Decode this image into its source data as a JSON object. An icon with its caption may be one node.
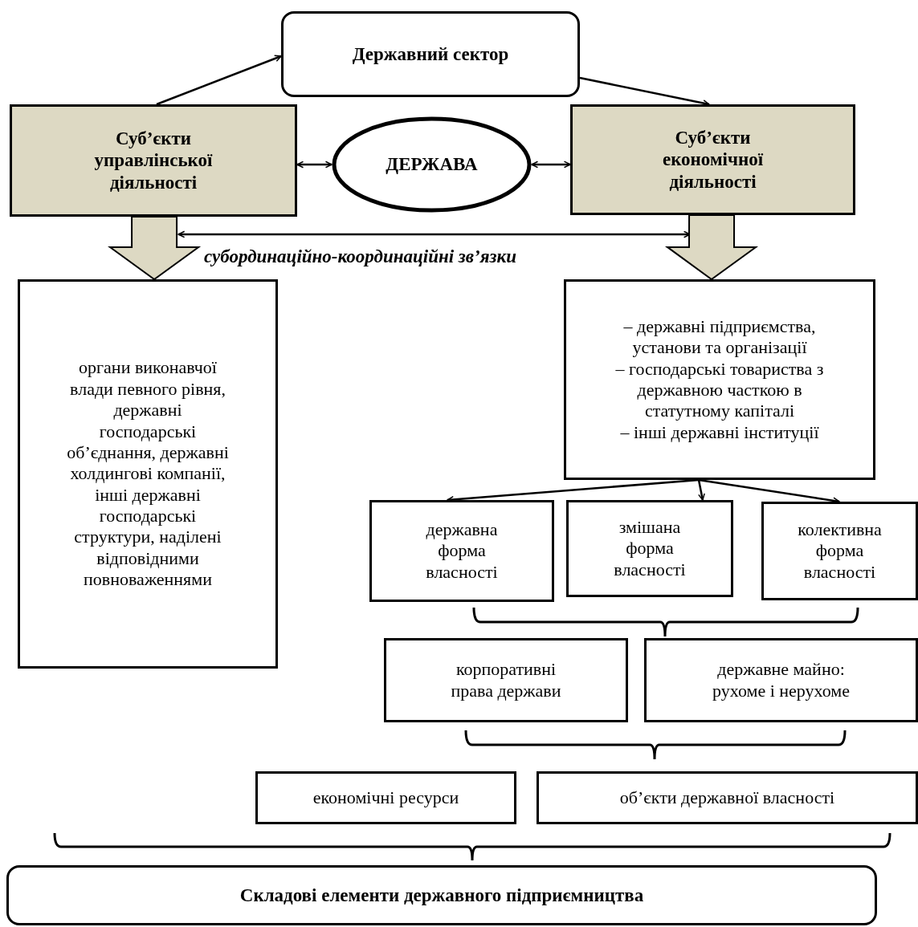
{
  "diagram": {
    "nodes": [
      {
        "text": [
          "Державний сектор"
        ]
      },
      {
        "text": [
          "Суб’єкти управлінської діяльності"
        ]
      },
      {
        "text": [
          "ДЕРЖАВА"
        ]
      },
      {
        "text": [
          "Суб’єкти економічної діяльності"
        ]
      },
      {
        "text": [
          "органи виконавчої влади певного рівня, державні господарські об’єднання, державні холдингові компанії, інші державні господарські структури, наділені відповідними повноваженнями"
        ]
      },
      {
        "text": [
          "– державні підприємства, установи та організації",
          "– господарські товариства з державною часткою в статутному капіталі",
          "– інші державні інституції"
        ]
      },
      {
        "text": [
          "державна форма власності"
        ]
      },
      {
        "text": [
          "змішана форма власності"
        ]
      },
      {
        "text": [
          "колективна форма власності"
        ]
      },
      {
        "text": [
          "корпоративні права держави"
        ]
      },
      {
        "text": [
          "державне майно: рухоме і нерухоме"
        ]
      },
      {
        "text": [
          "економічні ресурси"
        ]
      },
      {
        "text": [
          "об’єкти державної власності"
        ]
      },
      {
        "text": [
          "Складові елементи державного підприємництва"
        ]
      }
    ],
    "edges": [
      {
        "from": 1,
        "to": 0,
        "arrow": "to"
      },
      {
        "from": 0,
        "to": 3,
        "arrow": "to"
      },
      {
        "from": 1,
        "to": 2,
        "arrow": "both"
      },
      {
        "from": 2,
        "to": 3,
        "arrow": "both"
      },
      {
        "from": 1,
        "to": 3,
        "arrow": "both",
        "label": "субординаційно-координаційні зв’язки"
      },
      {
        "from": 1,
        "to": 4,
        "arrow": "to",
        "style": "thick",
        "color": "#ddd9c3"
      },
      {
        "from": 3,
        "to": 5,
        "arrow": "to",
        "style": "thick",
        "color": "#ddd9c3"
      },
      {
        "from": 5,
        "to": 6,
        "arrow": "to"
      },
      {
        "from": 5,
        "to": 7,
        "arrow": "to"
      },
      {
        "from": 5,
        "to": 8,
        "arrow": "to"
      }
    ]
  }
}
